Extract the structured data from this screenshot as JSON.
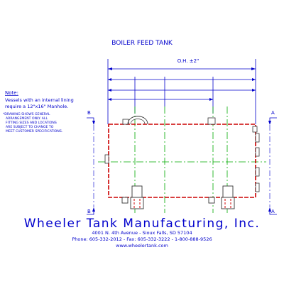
{
  "title": "BOILER FEED TANK",
  "dimension_label": "O.H. ±2\"",
  "note": {
    "heading": "Note:",
    "line1": "Vessels with an internal lining",
    "line2": "require a 12\"x16\" Manhole."
  },
  "drawing_note": [
    "*DRAWING SHOWS GENERAL",
    "ARRANGEMENT ONLY. ALL",
    "FITTING SIZES AND LOCATIONS",
    "ARE SUBJECT TO CHANGE TO",
    "MEET CUSTOMER SPECIFICATIONS."
  ],
  "section_markers": {
    "left_top": "B",
    "right_top": "A",
    "left_bottom": "B",
    "right_bottom": "A"
  },
  "company": {
    "name": "Wheeler Tank Manufacturing, Inc.",
    "address": "4001 N. 4th Avenue  -  Sioux Falls, SD 57104",
    "phones": "Phone: 605-332-2012  -  Fax: 605-332-3222  -  1-800-888-9526",
    "website": "www.wheelertank.com"
  },
  "colors": {
    "dimension": "#0000cc",
    "tank_outline": "#cc0000",
    "centerline": "#00aa00",
    "fitting": "#333333",
    "lift_lug": "#008800",
    "company_text": "#0000cc",
    "note_text": "#0000cc"
  }
}
